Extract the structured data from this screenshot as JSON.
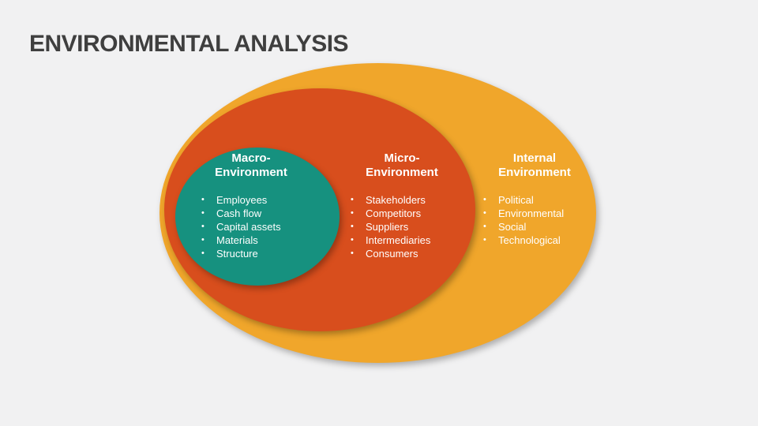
{
  "slide": {
    "title": "ENVIRONMENTAL ANALYSIS"
  },
  "colors": {
    "background": "#F1F1F2",
    "title_text": "#3F3F3F",
    "text_on_shapes": "#FFFFFF",
    "outer_ellipse": "#F0A62B",
    "middle_ellipse": "#D84E1D",
    "inner_ellipse": "#16917F"
  },
  "rings": {
    "macro": {
      "heading_line1": "Macro-",
      "heading_line2": "Environment",
      "items": [
        "Employees",
        "Cash flow",
        "Capital assets",
        "Materials",
        "Structure"
      ]
    },
    "micro": {
      "heading_line1": "Micro-",
      "heading_line2": "Environment",
      "items": [
        "Stakeholders",
        "Competitors",
        "Suppliers",
        "Intermediaries",
        "Consumers"
      ]
    },
    "internal": {
      "heading_line1": "Internal",
      "heading_line2": "Environment",
      "items": [
        "Political",
        "Environmental",
        "Social",
        "Technological"
      ]
    }
  }
}
